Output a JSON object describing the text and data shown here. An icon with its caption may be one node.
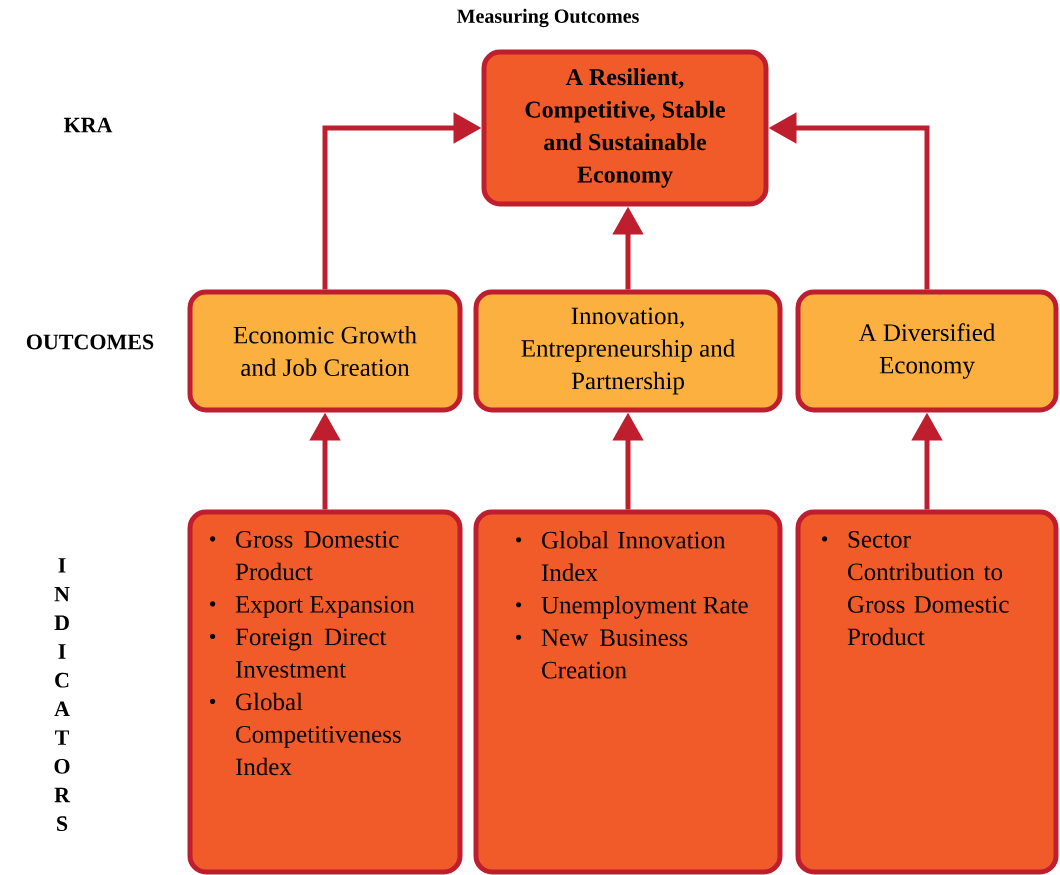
{
  "diagram": {
    "title": "Measuring Outcomes",
    "nodes": [
      {
        "text": [
          "A Resilient, Competitive, Stable and Sustainable Economy"
        ]
      },
      {
        "text": [
          "Economic Growth and Job Creation"
        ]
      },
      {
        "text": [
          "Innovation, Entrepreneurship and Partnership"
        ]
      },
      {
        "text": [
          "A Diversified Economy"
        ]
      },
      {
        "text": [
          "Gross Domestic Product",
          "Export Expansion",
          "Foreign Direct Investment",
          "Global Competitiveness Index"
        ]
      },
      {
        "text": [
          "Global Innovation Index",
          "Unemployment Rate",
          "New Business Creation"
        ]
      },
      {
        "text": [
          "Sector Contribution to Gross Domestic Product"
        ]
      }
    ],
    "edges": [
      {
        "from": 1,
        "to": 0,
        "arrow": "to"
      },
      {
        "from": 2,
        "to": 0,
        "arrow": "to"
      },
      {
        "from": 3,
        "to": 0,
        "arrow": "to"
      },
      {
        "from": 4,
        "to": 1,
        "arrow": "to"
      },
      {
        "from": 5,
        "to": 2,
        "arrow": "to"
      },
      {
        "from": 6,
        "to": 3,
        "arrow": "to"
      }
    ],
    "labels": [
      "KRA",
      "OUTCOMES",
      "INDICATORS"
    ]
  }
}
